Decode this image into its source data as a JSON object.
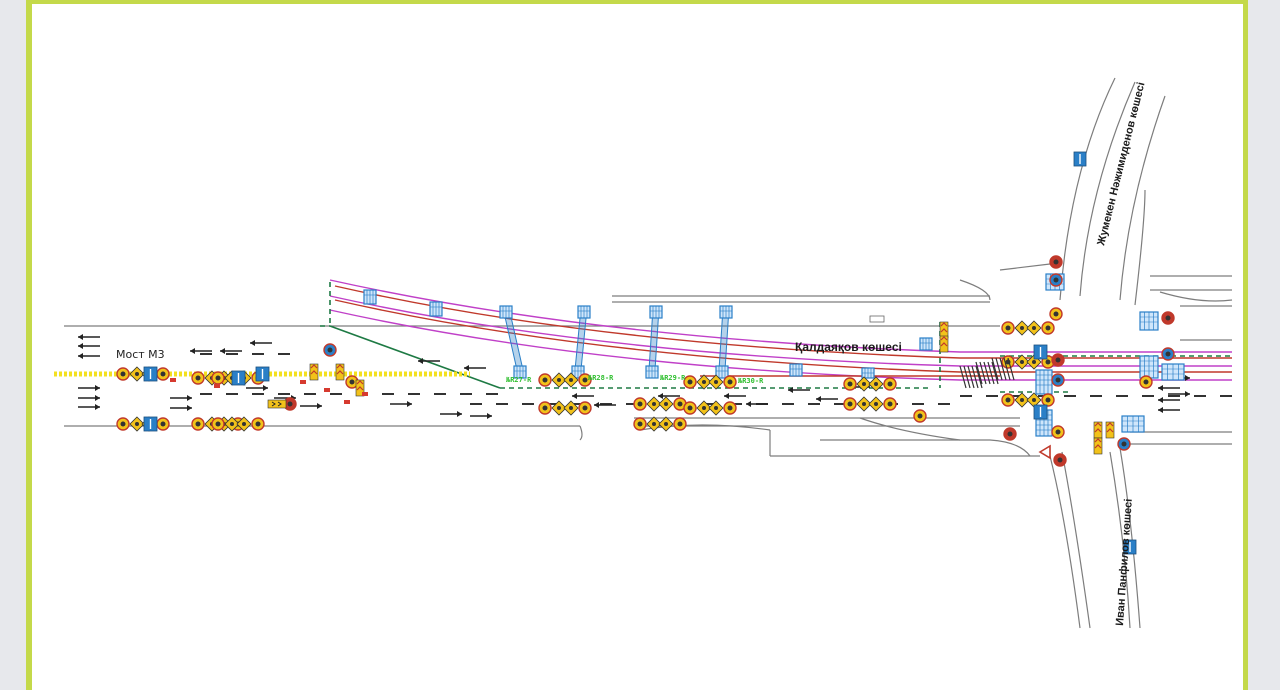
{
  "labels": {
    "bridge": "Мост М3",
    "street_kaldayakov": "Қалдаяқов көшесі",
    "street_nazhimedenov": "Жумекен Нәжимиденов көшесі",
    "street_panfilov": "Иван Панфилов көшесі"
  },
  "stops": [
    "№R27-R",
    "№R28-R",
    "№R29-R",
    "№R30-R"
  ],
  "colors": {
    "frame": "#c4d94a",
    "road_edge": "#8a8a8a",
    "tram_purple": "#c040c8",
    "tram_red": "#c0392b",
    "dashed_green": "#1e7a44",
    "sign_yellow": "#f2c21a",
    "sign_blue": "#2a7fc7",
    "marking_yellow": "#f3e021"
  },
  "icons": [
    "arrow-left-icon",
    "arrow-right-icon",
    "warning-sign-icon",
    "info-sign-icon",
    "crosswalk-icon",
    "no-entry-icon",
    "yield-sign-icon"
  ]
}
